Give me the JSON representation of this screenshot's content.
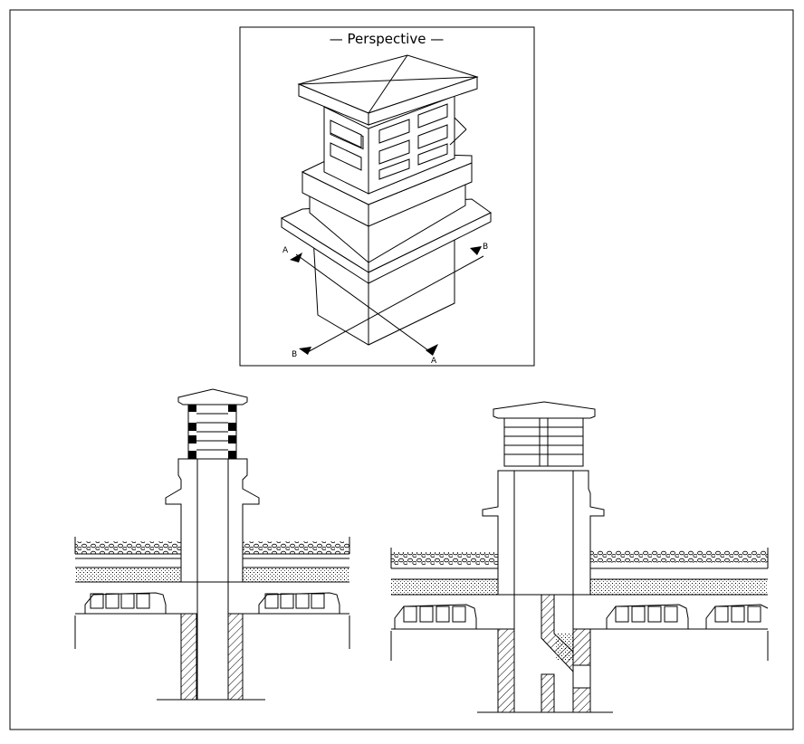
{
  "drawing": {
    "perspective_title": "— Perspective —",
    "section_marks": {
      "a": "A",
      "b": "B"
    },
    "line_color": "#000000",
    "background": "#ffffff"
  }
}
